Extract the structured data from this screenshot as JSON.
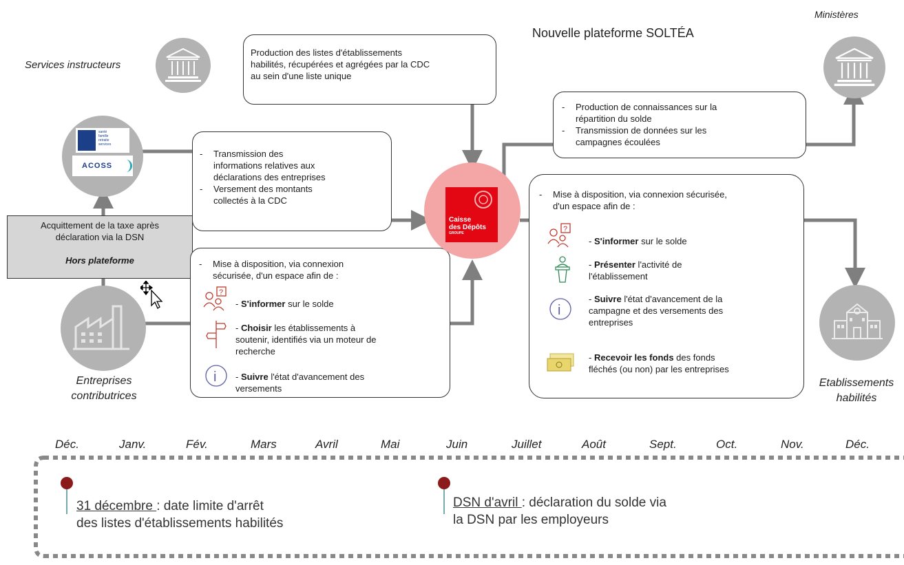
{
  "title": "Nouvelle plateforme SOLTÉA",
  "actors": {
    "services": "Services instructeurs",
    "ministeres": "Ministères",
    "entreprises": [
      "Entreprises",
      "contributrices"
    ],
    "etablissements": [
      "Etablissements",
      "habilités"
    ]
  },
  "logos": {
    "msa_text": [
      "santé",
      "famille",
      "retraite",
      "services"
    ],
    "acoss": "ACOSS",
    "cdc": [
      "Caisse",
      "des Dépôts",
      "GROUPE"
    ]
  },
  "boxes": {
    "production_listes": [
      "Production des listes d'établissements",
      "habilités, récupérées et agrégées par la CDC",
      "au sein d'une liste unique"
    ],
    "transmission": {
      "item1": [
        "Transmission des",
        "informations relatives aux",
        "déclarations des entreprises"
      ],
      "item2": [
        "Versement des montants",
        "collectés à la CDC"
      ]
    },
    "connaissances": {
      "item1": [
        "Production de connaissances sur la",
        "répartition du solde"
      ],
      "item2": [
        "Transmission de données sur les",
        "campagnes écoulées"
      ]
    },
    "acquittement": [
      "Acquittement de la taxe après",
      "déclaration via la DSN"
    ],
    "hors_plateforme": "Hors plateforme",
    "entreprises_espace": {
      "intro": [
        "Mise à disposition, via connexion",
        "sécurisée, d'un espace afin de :"
      ],
      "s_informer_bold": "S'informer",
      "s_informer_rest": " sur le solde",
      "choisir_bold": "Choisir",
      "choisir_rest": " les établissements à",
      "choisir_l2": "soutenir, identifiés via un moteur de",
      "choisir_l3": "recherche",
      "suivre_bold": "Suivre",
      "suivre_rest": " l'état d'avancement des",
      "suivre_l2": "versements"
    },
    "etab_espace": {
      "intro": [
        "Mise à disposition, via connexion sécurisée,",
        "d'un espace afin de :"
      ],
      "s_informer_bold": "S'informer",
      "s_informer_rest": " sur le solde",
      "presenter_bold": "Présenter",
      "presenter_rest": " l'activité de",
      "presenter_l2": "l'établissement",
      "suivre_bold": "Suivre",
      "suivre_rest": " l'état d'avancement de la",
      "suivre_l2": "campagne et des versements des",
      "suivre_l3": "entreprises",
      "recevoir_bold": "Recevoir les fonds",
      "recevoir_rest": " des fonds",
      "recevoir_l2": "fléchés (ou non) par les entreprises"
    }
  },
  "timeline": {
    "months": [
      "Déc.",
      "Janv.",
      "Fév.",
      "Mars",
      "Avril",
      "Mai",
      "Juin",
      "Juillet",
      "Août",
      "Sept.",
      "Oct.",
      "Nov.",
      "Déc."
    ],
    "event1_label": "31 décembre ",
    "event1_rest": ": date limite d'arrêt",
    "event1_l2": "des listes d'établissements habilités",
    "event2_label": "DSN d'avril ",
    "event2_rest": ": déclaration du solde via",
    "event2_l2": "la DSN par les employeurs"
  },
  "colors": {
    "grey_icon": "#b3b3b3",
    "arrow": "#7f7f7f",
    "cdc_red": "#e30613",
    "cdc_halo": "#f4a6a6",
    "marker": "#8b1a1a"
  }
}
